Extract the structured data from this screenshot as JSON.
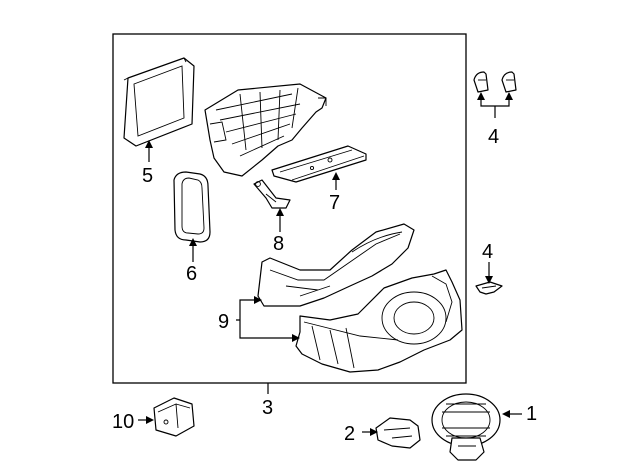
{
  "callouts": {
    "c1": "1",
    "c2": "2",
    "c3": "3",
    "c4a": "4",
    "c4b": "4",
    "c5": "5",
    "c6": "6",
    "c7": "7",
    "c8": "8",
    "c9": "9",
    "c10": "10"
  },
  "colors": {
    "line": "#000000",
    "background": "#ffffff"
  }
}
